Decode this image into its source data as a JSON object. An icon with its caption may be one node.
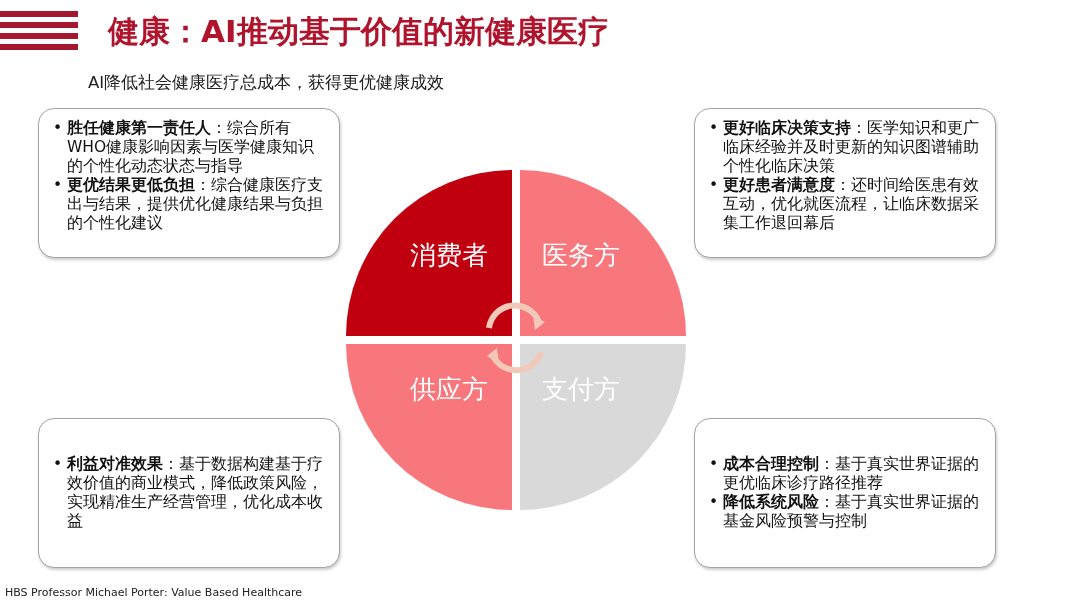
{
  "diagram": {
    "title": "健康：AI推动基于价值的新健康医疗",
    "nodes": [
      {
        "text": [
          "• **胜任健康第一责任人**：综合所有WHO健康影响因素与医学健康知识的个性化动态状态与指导",
          "• **更优结果更低负担**：综合健康医疗支出与结果，提供优化健康结果与负担的个性化建议"
        ]
      },
      {
        "text": [
          "• **更好临床决策支持**：医学知识和更广临床经验并及时更新的知识图谱辅助个性化临床决策",
          "• **更好患者满意度**：还时间给医患有效互动，优化就医流程，让临床数据采集工作退回幕后"
        ]
      },
      {
        "text": [
          "消费者"
        ]
      },
      {
        "text": [
          "医务方"
        ]
      },
      {
        "text": [
          "供应方"
        ]
      },
      {
        "text": [
          "支付方"
        ]
      },
      {
        "text": [
          "• **利益对准效果**：基于数据构建基于疗效价值的商业模式，降低政策风险，实现精准生产经营管理，优化成本收益"
        ]
      },
      {
        "text": [
          "• **成本合理控制**：基于真实世界证据的更优临床诊疗路径推荐",
          "• **降低系统风险**：基于真实世界证据的基金风险预警与控制"
        ]
      }
    ],
    "edges": [],
    "labels": [
      "AI降低社会健康医疗总成本，获得更优健康成效",
      "HBS Professor Michael Porter: Value Based Healthcare"
    ]
  }
}
